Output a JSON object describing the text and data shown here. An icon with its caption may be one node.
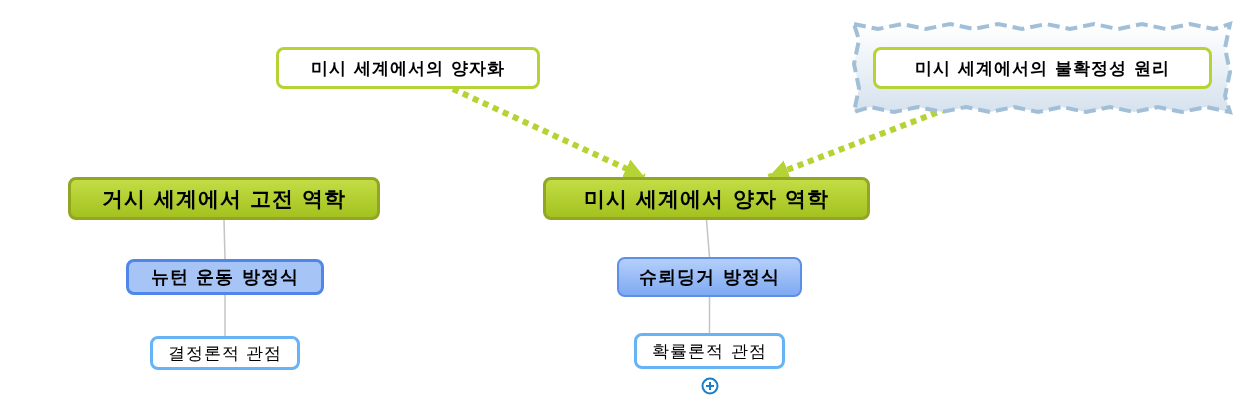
{
  "diagram": {
    "nodes": [
      {
        "text": [
          "미시 세계에서의 양자화"
        ]
      },
      {
        "text": [],
        "shape": "cloud"
      },
      {
        "text": [
          "미시 세계에서의 불확정성 원리"
        ],
        "in": 1
      },
      {
        "text": [
          "거시 세계에서 고전 역학"
        ]
      },
      {
        "text": [
          "미시 세계에서 양자 역학"
        ]
      },
      {
        "text": [
          "뉴턴 운동 방정식"
        ]
      },
      {
        "text": [
          "슈뢰딩거 방정식"
        ]
      },
      {
        "text": [
          "결정론적 관점"
        ]
      },
      {
        "text": [
          "확률론적 관점"
        ]
      }
    ],
    "edges": [
      {
        "from": 0,
        "to": 4,
        "arrow": "to",
        "style": "dashed",
        "color": "#b5d334"
      },
      {
        "from": 2,
        "to": 4,
        "arrow": "to",
        "style": "dashed",
        "color": "#b5d334"
      },
      {
        "from": 3,
        "to": 5,
        "arrow": "none"
      },
      {
        "from": 5,
        "to": 7,
        "arrow": "none"
      },
      {
        "from": 4,
        "to": 6,
        "arrow": "none"
      },
      {
        "from": 6,
        "to": 8,
        "arrow": "none"
      }
    ]
  }
}
